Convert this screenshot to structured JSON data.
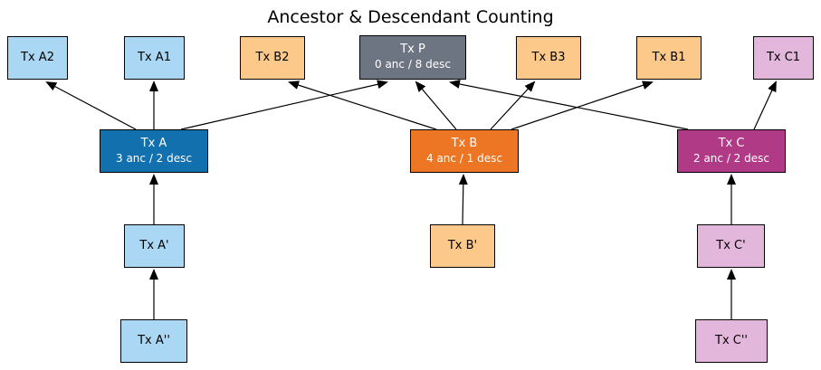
{
  "title": "Ancestor & Descendant Counting",
  "colors": {
    "light_blue": "#aad7f3",
    "dark_blue": "#1170ad",
    "light_orange": "#fcc98b",
    "orange": "#ec7623",
    "light_plum": "#e3b7db",
    "magenta": "#b03a85",
    "slate_gray": "#6e7582",
    "edge": "#000000",
    "background": "#ffffff"
  },
  "nodes": [
    {
      "id": "txA2",
      "label": "Tx A2",
      "color": "#aad7f3"
    },
    {
      "id": "txA1",
      "label": "Tx A1",
      "color": "#aad7f3"
    },
    {
      "id": "txB2",
      "label": "Tx B2",
      "color": "#fcc98b"
    },
    {
      "id": "txP",
      "label": "Tx P",
      "sublabel": "0 anc / 8 desc",
      "color": "#6e7582"
    },
    {
      "id": "txB3",
      "label": "Tx B3",
      "color": "#fcc98b"
    },
    {
      "id": "txB1",
      "label": "Tx B1",
      "color": "#fcc98b"
    },
    {
      "id": "txC1",
      "label": "Tx C1",
      "color": "#e3b7db"
    },
    {
      "id": "txA",
      "label": "Tx A",
      "sublabel": "3 anc / 2 desc",
      "color": "#1170ad"
    },
    {
      "id": "txB",
      "label": "Tx B",
      "sublabel": "4 anc / 1 desc",
      "color": "#ec7623"
    },
    {
      "id": "txC",
      "label": "Tx C",
      "sublabel": "2 anc / 2 desc",
      "color": "#b03a85"
    },
    {
      "id": "txAp",
      "label": "Tx A'",
      "color": "#aad7f3"
    },
    {
      "id": "txBp",
      "label": "Tx B'",
      "color": "#fcc98b"
    },
    {
      "id": "txCp",
      "label": "Tx C'",
      "color": "#e3b7db"
    },
    {
      "id": "txApp",
      "label": "Tx A''",
      "color": "#aad7f3"
    },
    {
      "id": "txCpp",
      "label": "Tx C''",
      "color": "#e3b7db"
    }
  ],
  "edges": [
    {
      "from": "txA",
      "to": "txA2"
    },
    {
      "from": "txA",
      "to": "txA1"
    },
    {
      "from": "txA",
      "to": "txP"
    },
    {
      "from": "txB",
      "to": "txB2"
    },
    {
      "from": "txB",
      "to": "txP"
    },
    {
      "from": "txB",
      "to": "txB3"
    },
    {
      "from": "txB",
      "to": "txB1"
    },
    {
      "from": "txC",
      "to": "txP"
    },
    {
      "from": "txC",
      "to": "txC1"
    },
    {
      "from": "txAp",
      "to": "txA"
    },
    {
      "from": "txApp",
      "to": "txAp"
    },
    {
      "from": "txBp",
      "to": "txB"
    },
    {
      "from": "txCp",
      "to": "txC"
    },
    {
      "from": "txCpp",
      "to": "txCp"
    }
  ]
}
